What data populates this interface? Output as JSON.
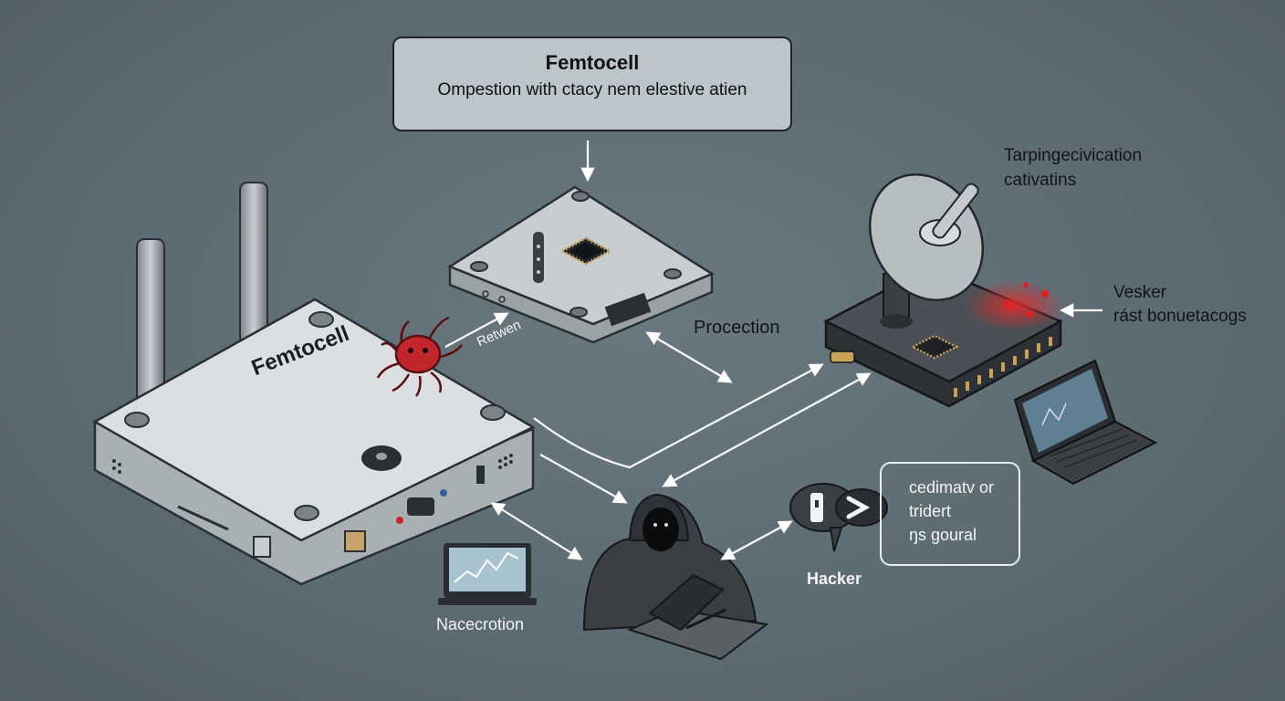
{
  "header_box": {
    "title": "Femtocell",
    "subtitle": "Ompestion with ctacy nem elestive atien"
  },
  "labels": {
    "device_label": "Femtocell",
    "retwen": "Retwen",
    "procection": "Procection",
    "top_right_line1": "Tarpingecivication",
    "top_right_line2": "cativatins",
    "vesker": "Vesker",
    "vesker_sub": "rást bonuetacogs",
    "hacker": "Hacker",
    "nacecrotion": "Nacecrotion"
  },
  "speech_bubble": {
    "lines": [
      "cedimatv or",
      "tridert",
      "ŋs goural"
    ]
  },
  "colors": {
    "background": "#5f6d75",
    "malware_red": "#c0262b",
    "device_light": "#d9dde0",
    "device_dark": "#2e3236",
    "arrow": "#ffffff"
  }
}
